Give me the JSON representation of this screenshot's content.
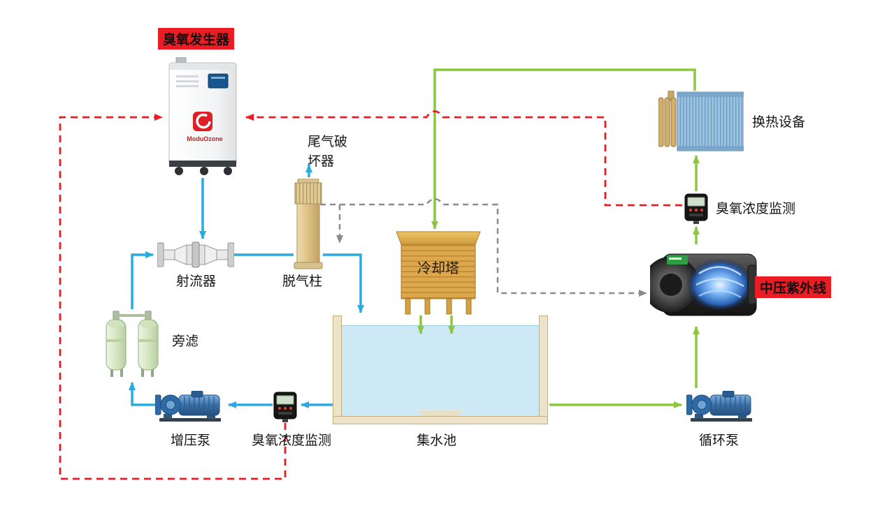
{
  "components": {
    "ozone_generator": {
      "label": "臭氧发生器",
      "brand": "ModuOzone",
      "highlighted": true
    },
    "tail_gas_destructor": {
      "label": "尾气破坏器"
    },
    "jet_injector": {
      "label": "射流器"
    },
    "degas_column": {
      "label": "脱气柱"
    },
    "side_filter": {
      "label": "旁滤"
    },
    "booster_pump": {
      "label": "增压泵"
    },
    "ozone_monitor_bottom": {
      "label": "臭氧浓度监测"
    },
    "collection_pool": {
      "label": "集水池"
    },
    "cooling_tower": {
      "label": "冷却塔"
    },
    "circulation_pump": {
      "label": "循环泵"
    },
    "uv_unit": {
      "label": "中压紫外线",
      "highlighted": true
    },
    "ozone_monitor_right": {
      "label": "臭氧浓度监测"
    },
    "heat_exchanger": {
      "label": "换热设备"
    }
  },
  "colors": {
    "water_flow_line": "#29abe2",
    "gas_circuit_line": "#8cc63f",
    "control_signal_line": "#ec1c24",
    "aux_signal_line": "#8c8c8c",
    "highlight_label_bg": "#ec1c24",
    "pool_water": "#cde9f6",
    "pool_wall": "#eee3c8",
    "cooling_tower_body": "#dda74e"
  }
}
